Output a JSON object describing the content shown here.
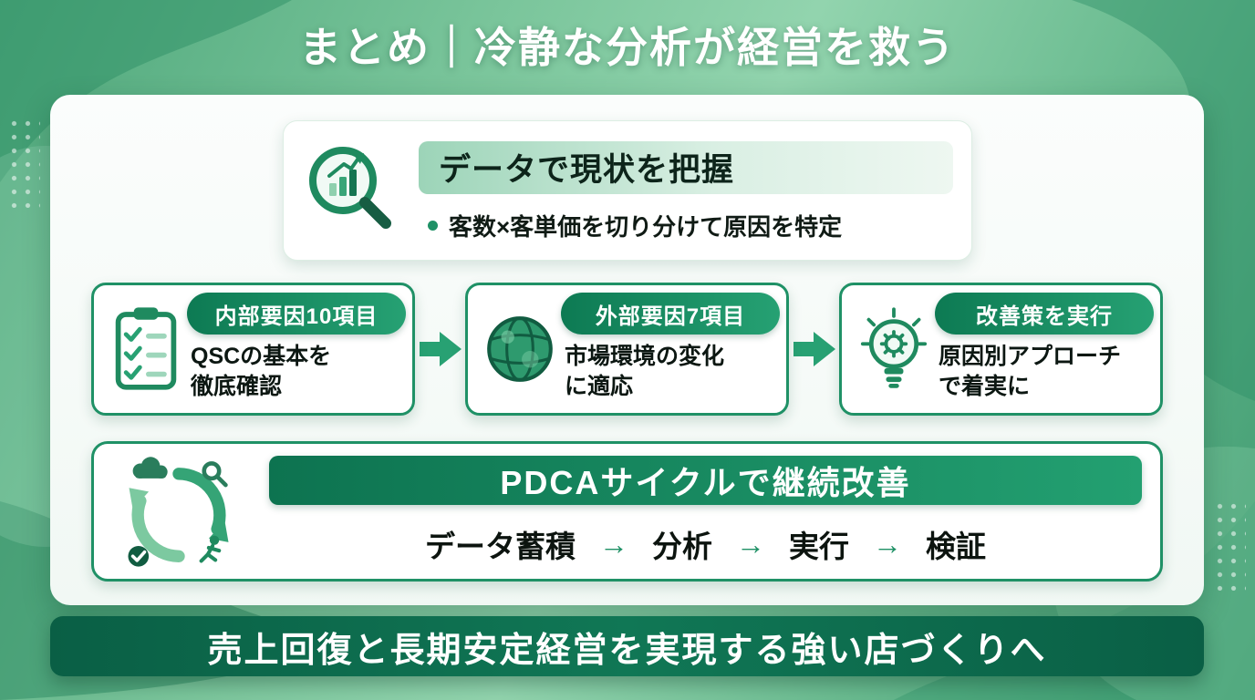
{
  "title": "まとめ｜冷静な分析が経営を救う",
  "overview": {
    "header": "データで現状を把握",
    "bullet": "客数×客単価を切り分けて原因を特定"
  },
  "steps": [
    {
      "icon": "clipboard-checklist-icon",
      "badge": "内部要因10項目",
      "line1": "QSCの基本を",
      "line2": "徹底確認"
    },
    {
      "icon": "globe-icon",
      "badge": "外部要因7項目",
      "line1": "市場環境の変化",
      "line2": "に適応"
    },
    {
      "icon": "lightbulb-gear-icon",
      "badge": "改善策を実行",
      "line1": "原因別アプローチ",
      "line2": "で着実に"
    }
  ],
  "pdca": {
    "icon": "pdca-cycle-icon",
    "header": "PDCAサイクルで継続改善",
    "flow": [
      "データ蓄積",
      "分析",
      "実行",
      "検証"
    ],
    "arrow": "→"
  },
  "footer": "売上回復と長期安定経営を実現する強い店づくりへ",
  "colors": {
    "accent_green": "#1f9166",
    "badge_green_dark": "#0d7a53",
    "badge_green_light": "#26a173",
    "header_band_mint": "#9cd4b8",
    "footer_green": "#0a5f45",
    "text_dark": "#0c1712",
    "card_bg": "#f7fbf9"
  }
}
